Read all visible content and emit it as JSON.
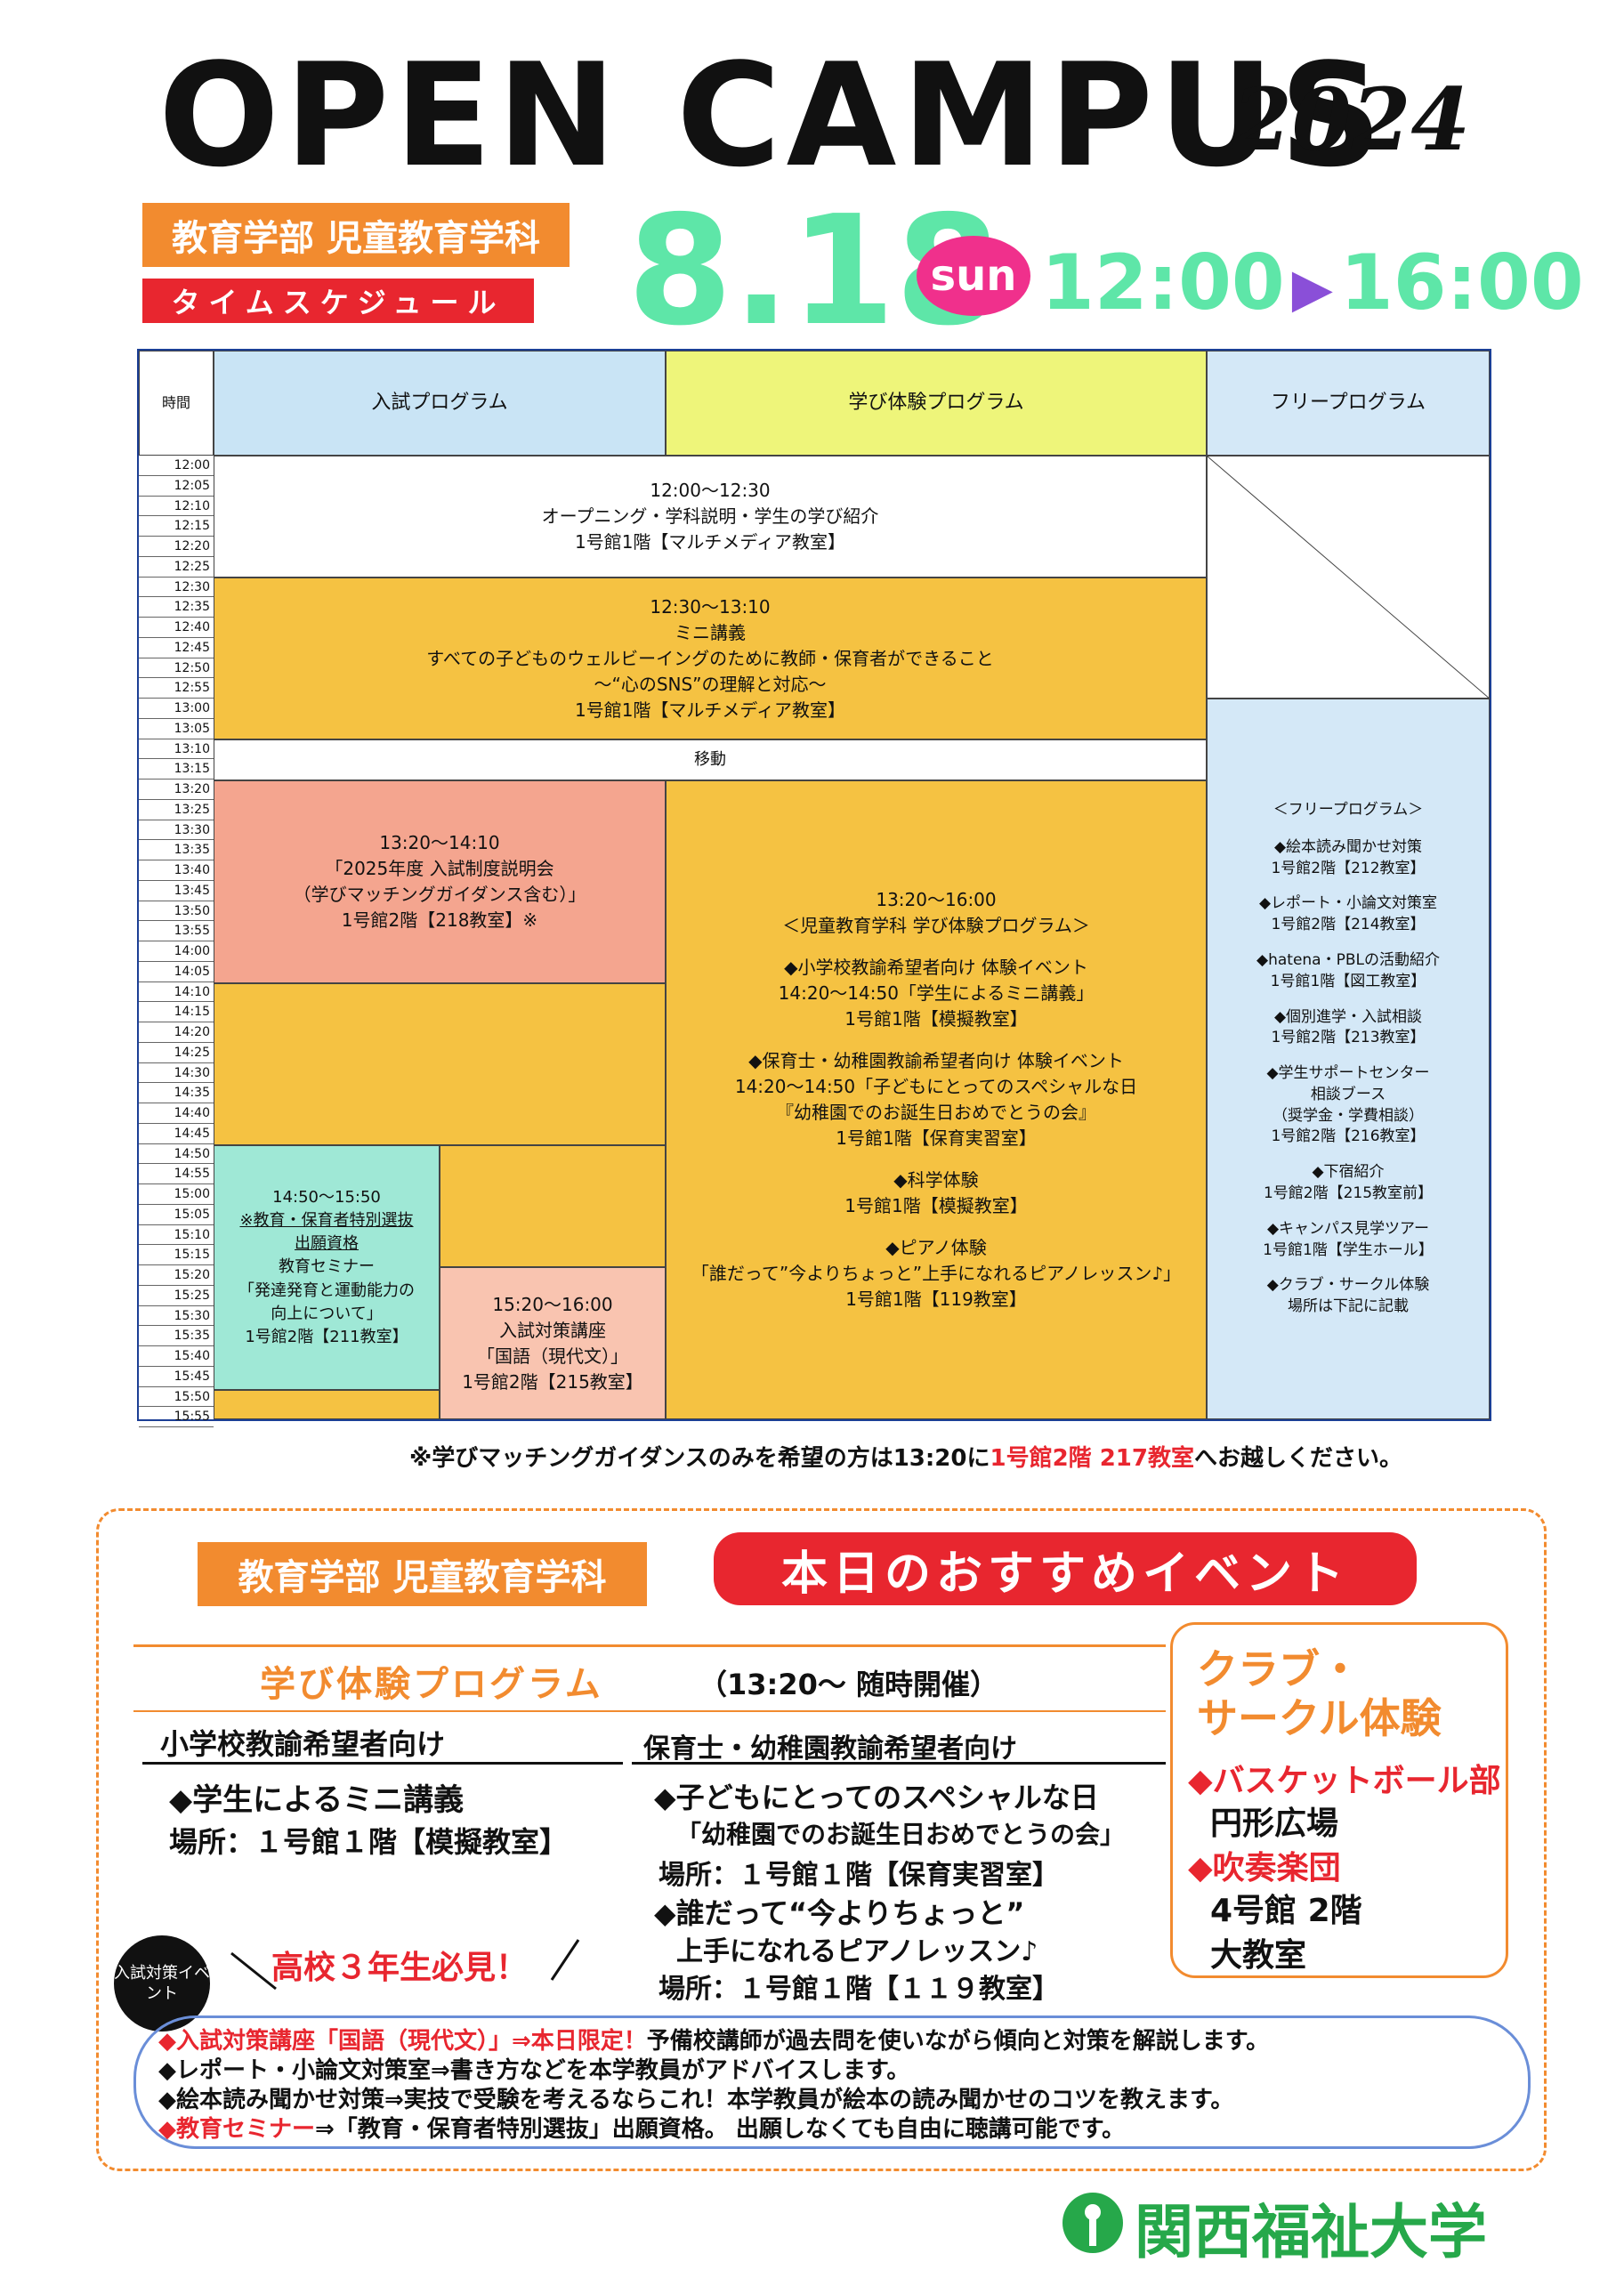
{
  "header": {
    "title": "OPEN CAMPUS",
    "year": "2024",
    "department": "教育学部 児童教育学科",
    "schedule_label": "タイムスケジュール",
    "date": "8.18",
    "weekday": "sun",
    "start_time": "12:00",
    "end_time": "16:00",
    "colors": {
      "accent_green": "#5ee6a8",
      "orange": "#f28b2f",
      "red": "#e8262f",
      "pink": "#f0308c"
    }
  },
  "table": {
    "time_header": "時間",
    "columns": [
      "入試プログラム",
      "学び体験プログラム",
      "フリープログラム"
    ],
    "times": [
      "12:00",
      "12:05",
      "12:10",
      "12:15",
      "12:20",
      "12:25",
      "12:30",
      "12:35",
      "12:40",
      "12:45",
      "12:50",
      "12:55",
      "13:00",
      "13:05",
      "13:10",
      "13:15",
      "13:20",
      "13:25",
      "13:30",
      "13:35",
      "13:40",
      "13:45",
      "13:50",
      "13:55",
      "14:00",
      "14:05",
      "14:10",
      "14:15",
      "14:20",
      "14:25",
      "14:30",
      "14:35",
      "14:40",
      "14:45",
      "14:50",
      "14:55",
      "15:00",
      "15:05",
      "15:10",
      "15:15",
      "15:20",
      "15:25",
      "15:30",
      "15:35",
      "15:40",
      "15:45",
      "15:50",
      "15:55"
    ],
    "opening": {
      "time": "12:00～12:30",
      "title": "オープニング・学科説明・学生の学び紹介",
      "place": "1号館1階【マルチメディア教室】"
    },
    "mini_lecture": {
      "time": "12:30～13:10",
      "title": "ミニ講義",
      "line1": "すべての子どものウェルビーイングのために教師・保育者ができること",
      "line2": "～“心のSNS”の理解と対応～",
      "place": "1号館1階【マルチメディア教室】"
    },
    "move": "移動",
    "admission_briefing": {
      "time": "13:20～14:10",
      "line1": "「2025年度 入試制度説明会",
      "line2": "（学びマッチングガイダンス含む）」",
      "place": "1号館2階【218教室】※"
    },
    "seminar": {
      "time": "14:50～15:50",
      "line1": "※教育・保育者特別選抜",
      "line2": "出願資格",
      "line3": "教育セミナー",
      "line4": "「発達発育と運動能力の",
      "line5": "向上について」",
      "place": "1号館2階【211教室】"
    },
    "exam_course": {
      "time": "15:20～16:00",
      "title": "入試対策講座",
      "subject": "「国語（現代文）」",
      "place": "1号館2階【215教室】"
    },
    "experience": {
      "time": "13:20～16:00",
      "title": "＜児童教育学科 学び体験プログラム＞",
      "e1_title": "◆小学校教諭希望者向け 体験イベント",
      "e1_line": "14:20～14:50「学生によるミニ講義」",
      "e1_place": "1号館1階【模擬教室】",
      "e2_title": "◆保育士・幼稚園教諭希望者向け 体験イベント",
      "e2_line1": "14:20～14:50「子どもにとってのスペシャルな日",
      "e2_line2": "『幼稚園でのお誕生日おめでとうの会』",
      "e2_place": "1号館1階【保育実習室】",
      "e3_title": "◆科学体験",
      "e3_place": "1号館1階【模擬教室】",
      "e4_title": "◆ピアノ体験",
      "e4_line": "「誰だって”今よりちょっと”上手になれるピアノレッスン♪」",
      "e4_place": "1号館1階【119教室】"
    },
    "free": {
      "title": "＜フリープログラム＞",
      "items": [
        {
          "name": "◆絵本読み聞かせ対策",
          "place": "1号館2階【212教室】"
        },
        {
          "name": "◆レポート・小論文対策室",
          "place": "1号館2階【214教室】"
        },
        {
          "name": "◆hatena・PBLの活動紹介",
          "place": "1号館1階【図工教室】"
        },
        {
          "name": "◆個別進学・入試相談",
          "place": "1号館2階【213教室】"
        },
        {
          "name": "◆学生サポートセンター",
          "sub1": "相談ブース",
          "sub2": "（奨学金・学費相談）",
          "place": "1号館2階【216教室】"
        },
        {
          "name": "◆下宿紹介",
          "place": "1号館2階【215教室前】"
        },
        {
          "name": "◆キャンパス見学ツアー",
          "place": "1号館1階【学生ホール】"
        },
        {
          "name": "◆クラブ・サークル体験",
          "place": "場所は下記に記載"
        }
      ]
    }
  },
  "note": {
    "part1": "※学びマッチングガイダンスのみを希望の方は13:20に",
    "red": "1号館2階 217教室",
    "part2": "へお越しください。"
  },
  "lower": {
    "department": "教育学部 児童教育学科",
    "banner": "本日のおすすめイベント",
    "program_title": "学び体験プログラム",
    "program_time": "（13:20～ 随時開催）",
    "elem_heading": "小学校教諭希望者向け",
    "elem_item": "◆学生によるミニ講義",
    "elem_place": "場所：１号館１階【模擬教室】",
    "nursery_heading": "保育士・幼稚園教諭希望者向け",
    "nursery_item1": "◆子どもにとってのスペシャルな日",
    "nursery_item1b": "「幼稚園でのお誕生日おめでとうの会」",
    "nursery_place1": "場所：１号館１階【保育実習室】",
    "nursery_item2": "◆誰だって“今よりちょっと”",
    "nursery_item2b": "上手になれるピアノレッスン♪",
    "nursery_place2": "場所：１号館１階【１１９教室】",
    "club_title1": "クラブ・",
    "club_title2": "サークル体験",
    "club1": "◆バスケットボール部",
    "club1_place": "円形広場",
    "club2": "◆吹奏楽団",
    "club2_place1": "4号館 2階",
    "club2_place2": "大教室",
    "badge": "入試対策イベント",
    "callout": "高校３年生必見！",
    "bullets": [
      {
        "red": "◆入試対策講座「国語（現代文）」⇒本日限定！",
        "black": "予備校講師が過去問を使いながら傾向と対策を解説します。"
      },
      {
        "red": "",
        "black": "◆レポート・小論文対策室⇒書き方などを本学教員がアドバイスします。"
      },
      {
        "red": "",
        "black": "◆絵本読み聞かせ対策⇒実技で受験を考えるならこれ！本学教員が絵本の読み聞かせのコツを教えます。"
      },
      {
        "red": "◆教育セミナー",
        "black": "⇒「教育・保育者特別選抜」出願資格。 出願しなくても自由に聴講可能です。"
      }
    ]
  },
  "footer": {
    "university": "関西福祉大学"
  }
}
